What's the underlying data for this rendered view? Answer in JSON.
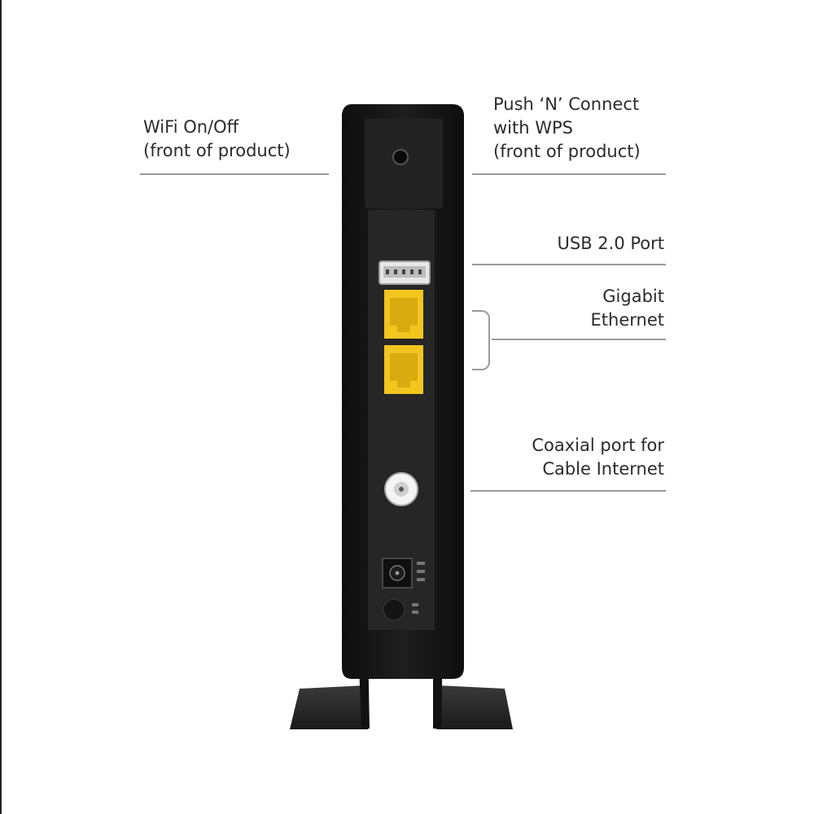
{
  "labels": {
    "wifi": {
      "line1": "WiFi On/Off",
      "line2": "(front of product)"
    },
    "wps": {
      "line1": "Push ‘N’ Connect",
      "line2": "with WPS",
      "line3": "(front of product)"
    },
    "usb": {
      "line1": "USB 2.0 Port"
    },
    "ethernet": {
      "line1": "Gigabit",
      "line2": "Ethernet"
    },
    "coax": {
      "line1": "Coaxial port for",
      "line2": "Cable Internet"
    }
  },
  "colors": {
    "body": "#161616",
    "panel": "#262626",
    "ethernet_port": "#f2c61f",
    "leader_line": "#9a9a9a",
    "text": "#2b2b2b"
  }
}
